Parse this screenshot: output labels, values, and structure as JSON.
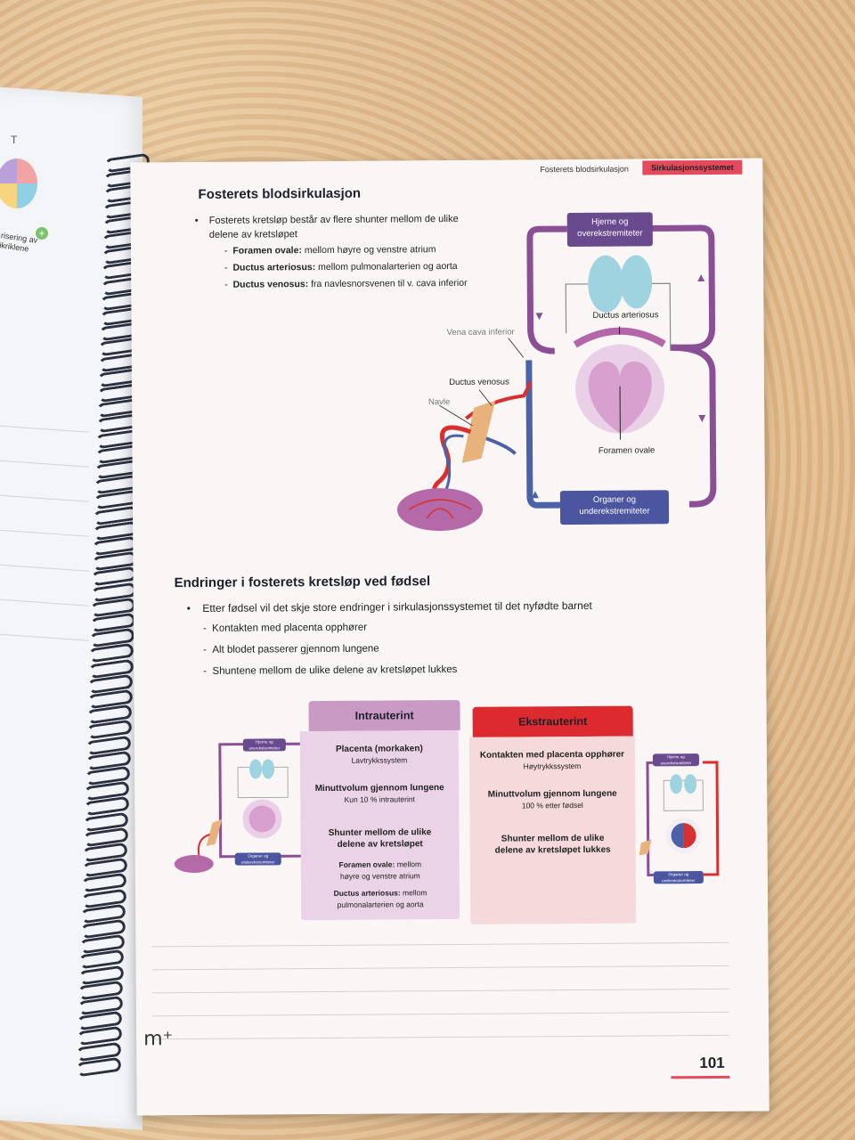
{
  "left_page": {
    "letter": "T",
    "text_line1": "risering av",
    "text_line2": "ikriklene",
    "plus": "+"
  },
  "header": {
    "section": "Fosterets blodsirkulasjon",
    "chapter": "Sirkulasjonssystemet"
  },
  "section1": {
    "title": "Fosterets blodsirkulasjon",
    "bullet": "Fosterets kretsløp består av flere shunter mellom de ulike delene av kretsløpet",
    "subs": [
      {
        "term": "Foramen ovale:",
        "text": " mellom høyre og venstre atrium"
      },
      {
        "term": "Ductus arteriosus:",
        "text": " mellom pulmonalarterien og aorta"
      },
      {
        "term": "Ductus venosus:",
        "text": " fra navlesnorsvenen til v. cava inferior"
      }
    ]
  },
  "diagram": {
    "box_top": "Hjerne og overekstremiteter",
    "box_bottom": "Organer og underekstremiteter",
    "ductus_arteriosus": "Ductus arteriosus",
    "foramen_ovale": "Foramen ovale",
    "vena_cava": "Vena cava inferior",
    "ductus_venosus": "Ductus venosus",
    "navle": "Navle",
    "colors": {
      "purple": "#8b4f96",
      "blue": "#4b62a8",
      "red": "#d8302f",
      "lung": "#9fd3df",
      "heart": "#d8a0cf"
    }
  },
  "section2": {
    "title": "Endringer i fosterets kretsløp ved fødsel",
    "bullet": "Etter fødsel vil det skje store endringer i sirkulasjonssystemet til det nyfødte barnet",
    "subs": [
      "Kontakten med placenta opphører",
      "Alt blodet passerer gjennom lungene",
      "Shuntene mellom de ulike delene av kretsløpet lukkes"
    ]
  },
  "comparison": {
    "intra": {
      "title": "Intrauterint",
      "p1_title": "Placenta (morkaken)",
      "p1_sub": "Lavtrykkssystem",
      "p2_title": "Minuttvolum gjennom lungene",
      "p2_sub": "Kun 10 % intrauterint",
      "p3_title": "Shunter mellom de ulike delene av kretsløpet",
      "p4_term": "Foramen ovale:",
      "p4_text": " mellom høyre og venstre atrium",
      "p5_term": "Ductus arteriosus:",
      "p5_text": " mellom pulmonalarterien og aorta"
    },
    "extra": {
      "title": "Ekstrauterint",
      "p1_title": "Kontakten med placenta opphører",
      "p1_sub": "Høytrykkssystem",
      "p2_title": "Minuttvolum gjennom lungene",
      "p2_sub": "100 % etter fødsel",
      "p3_title": "Shunter mellom de ulike delene av kretsløpet lukkes"
    },
    "mini_left": {
      "top": "Hjerne og overekstremiteter",
      "bottom": "Organer og underekstremiteter"
    },
    "mini_right": {
      "top": "Hjerne og overekstremiteter",
      "bottom": "Organer og underekstremiteter"
    },
    "colors": {
      "intra_head": "#c99bc4",
      "intra_body": "#ead3e6",
      "extra_head": "#dd2a2f",
      "extra_body": "#f6d9da"
    }
  },
  "footer": {
    "logo": "m⁺",
    "page_number": "101"
  }
}
